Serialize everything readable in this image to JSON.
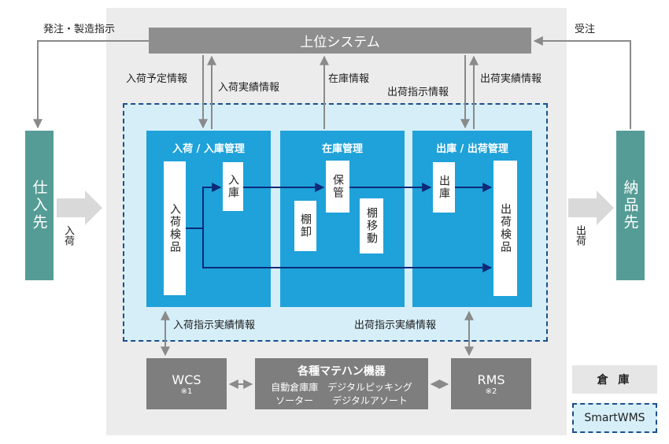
{
  "top_system": "上位システム",
  "labels": {
    "order_instruction": "発注・製造指示",
    "order_receipt": "受注",
    "arrival_plan": "入荷予定情報",
    "arrival_result": "入荷実績情報",
    "stock_info": "在庫情報",
    "shipping_instruction": "出荷指示情報",
    "shipping_result": "出荷実績情報",
    "arrival_inst_result": "入荷指示実績情報",
    "shipping_inst_result": "出荷指示実績情報",
    "arrival_side": "入荷",
    "shipping_side": "出荷"
  },
  "supplier": "仕入先",
  "customer": "納品先",
  "zones": {
    "arrival": {
      "title": "入荷 / 入庫管理",
      "inspection": "入荷検品",
      "putaway": "入庫"
    },
    "stock": {
      "title": "在庫管理",
      "storage": "保管",
      "stocktake": "棚卸",
      "relocation": "棚移動"
    },
    "shipping": {
      "title": "出庫 / 出荷管理",
      "picking": "出庫",
      "inspection": "出荷検品"
    }
  },
  "bottom": {
    "wcs": "WCS",
    "wcs_note": "※1",
    "equipment_title": "各種マテハン機器",
    "equipment_line1": "自動倉庫庫　デジタルピッキング",
    "equipment_line2": "ソーター　　デジタルアソート",
    "rms": "RMS",
    "rms_note": "※2"
  },
  "legend": {
    "warehouse": "倉 庫",
    "smartwms": "SmartWMS"
  },
  "colors": {
    "zone_blue": "#1ea2d9",
    "wms_bg": "#d6eef8",
    "dashed_border": "#1c4f8c",
    "teal": "#559c96",
    "gray_bar": "#8e8e8e",
    "flow_arrow": "#0d2a78"
  }
}
